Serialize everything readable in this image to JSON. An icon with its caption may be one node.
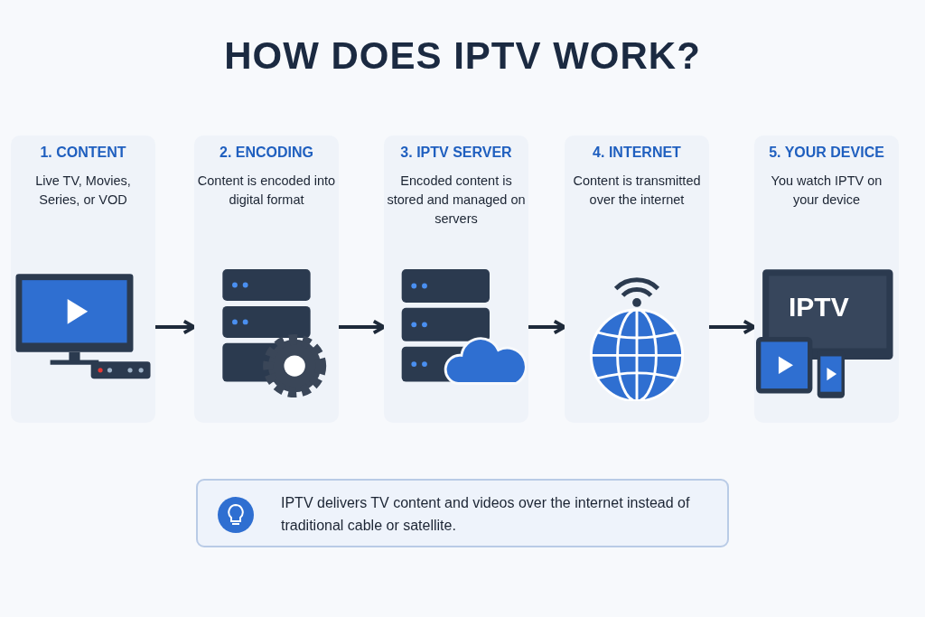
{
  "diagram": {
    "title": "HOW DOES IPTV WORK?",
    "nodes": [
      {
        "text": [
          "1. CONTENT",
          "Live TV, Movies, Series, or VOD"
        ]
      },
      {
        "text": [
          "2. ENCODING",
          "Content is encoded into digital format"
        ]
      },
      {
        "text": [
          "3. IPTV SERVER",
          "Encoded content is stored and managed on servers"
        ]
      },
      {
        "text": [
          "4. INTERNET",
          "Content is transmitted over the internet"
        ]
      },
      {
        "text": [
          "5. YOUR DEVICE",
          "You watch IPTV on your device"
        ]
      },
      {
        "text": [
          "IPTV delivers TV content and videos over the internet instead of traditional cable or satellite."
        ]
      }
    ],
    "edges": [
      {
        "from": 0,
        "to": 1,
        "arrow": "to"
      },
      {
        "from": 1,
        "to": 2,
        "arrow": "to"
      },
      {
        "from": 2,
        "to": 3,
        "arrow": "to"
      },
      {
        "from": 3,
        "to": 4,
        "arrow": "to"
      }
    ],
    "labels": [
      "IPTV"
    ]
  }
}
